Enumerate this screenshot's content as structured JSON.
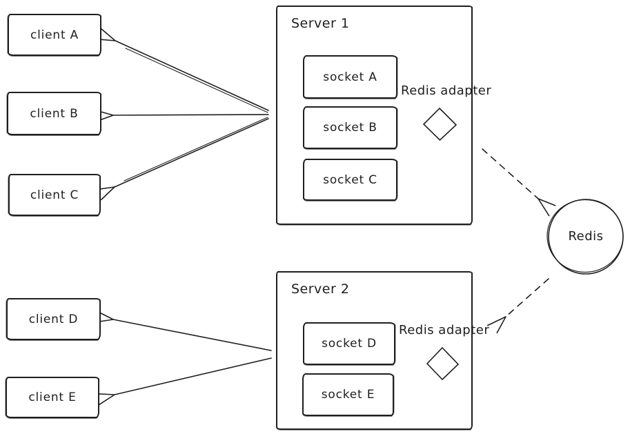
{
  "diagram": {
    "clients": [
      {
        "label": "client A"
      },
      {
        "label": "client B"
      },
      {
        "label": "client C"
      },
      {
        "label": "client D"
      },
      {
        "label": "client E"
      }
    ],
    "servers": [
      {
        "label": "Server 1",
        "adapter_label": "Redis adapter",
        "sockets": [
          {
            "label": "socket A"
          },
          {
            "label": "socket B"
          },
          {
            "label": "socket C"
          }
        ]
      },
      {
        "label": "Server 2",
        "adapter_label": "Redis adapter",
        "sockets": [
          {
            "label": "socket D"
          },
          {
            "label": "socket E"
          }
        ]
      }
    ],
    "redis": {
      "label": "Redis"
    },
    "connections": {
      "solid_arrows": [
        "Server 1 -> client A",
        "Server 1 -> client B",
        "Server 1 -> client C",
        "Server 2 -> client D",
        "Server 2 -> client E"
      ],
      "dashed_arrows": [
        "Server 1 Redis adapter -> Redis",
        "Redis -> Server 2 Redis adapter"
      ]
    },
    "colors": {
      "stroke": "#1e1e1e",
      "background": "#ffffff"
    }
  }
}
